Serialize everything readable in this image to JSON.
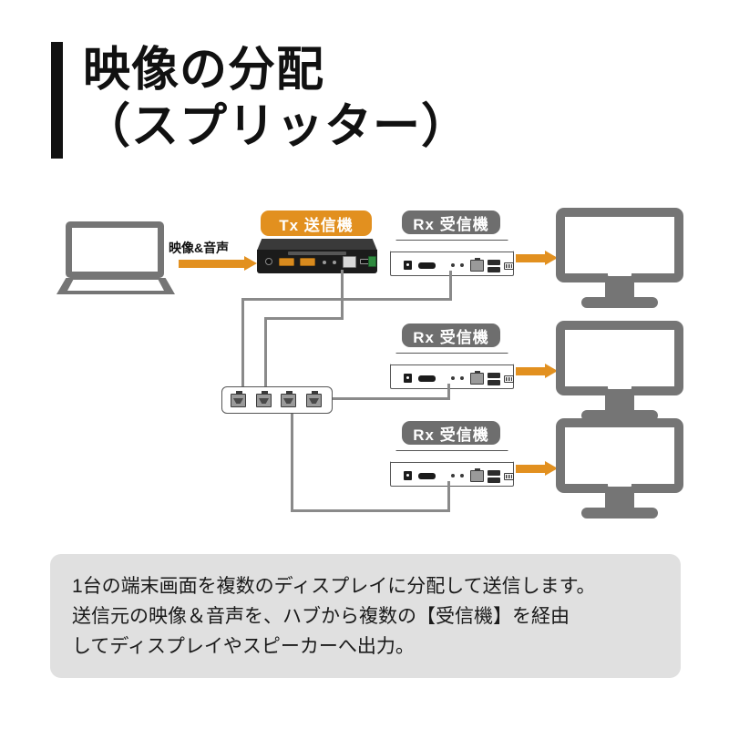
{
  "title": {
    "line1": "映像の分配",
    "line2": "（スプリッター）"
  },
  "diagram": {
    "source_label": "映像&音声",
    "transmitter": {
      "badge": "Tx  送信機"
    },
    "receivers": [
      {
        "badge": "Rx  受信機"
      },
      {
        "badge": "Rx  受信機"
      },
      {
        "badge": "Rx  受信機"
      }
    ],
    "nodes": {
      "laptop": "laptop",
      "hub": "network-hub",
      "monitors": [
        "display-1",
        "display-2",
        "display-3"
      ]
    },
    "colors": {
      "accent_orange": "#E2901F",
      "badge_gray": "#6E6E6E",
      "device_gray": "#757575",
      "cable_gray": "#8A8A8A",
      "caption_bg": "#E0E0E0"
    }
  },
  "caption": {
    "line1": "1台の端末画面を複数のディスプレイに分配して送信します。",
    "line2": "送信元の映像＆音声を、ハブから複数の【受信機】を経由",
    "line3": "してディスプレイやスピーカーへ出力。"
  }
}
